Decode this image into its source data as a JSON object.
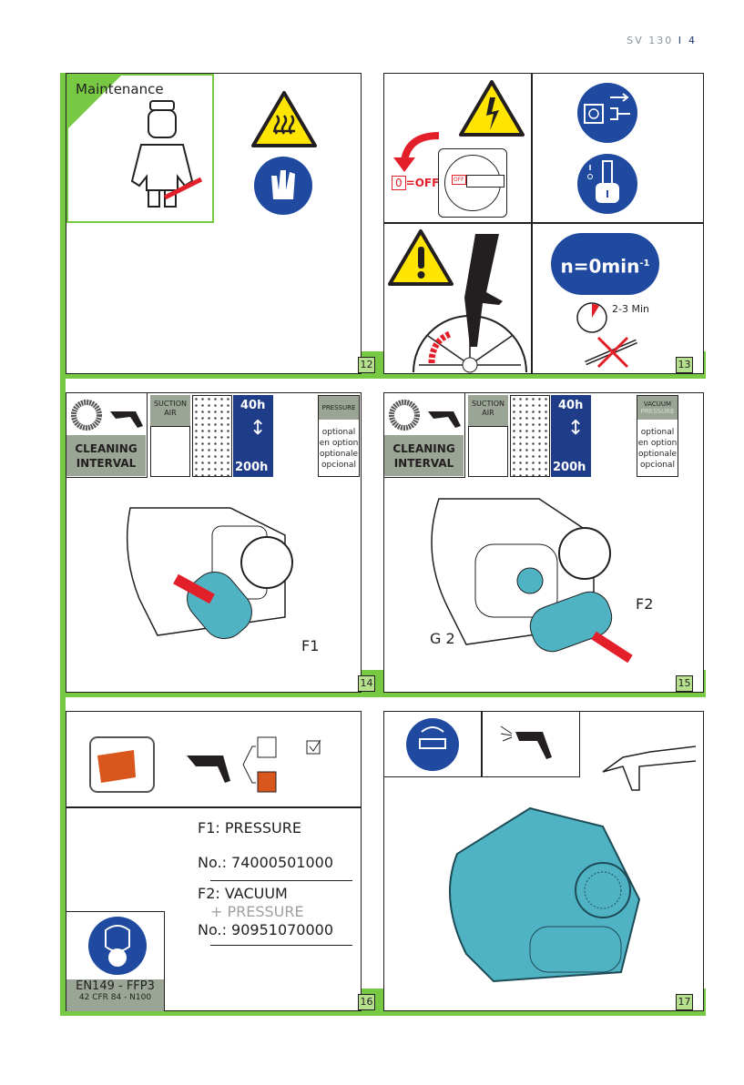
{
  "header": {
    "model": "SV 130",
    "separator": "I",
    "page": "4"
  },
  "steps": {
    "s12": {
      "number": "12",
      "title": "Maintenance"
    },
    "s13": {
      "number": "13",
      "off_zero": "0",
      "off_label": "=OFF",
      "switch_label": "OFF",
      "speed": "n=0min",
      "speed_exp": "-1",
      "wait": "2-3 Min"
    },
    "s14": {
      "number": "14",
      "cleaning": "CLEANING INTERVAL",
      "suction": "SUCTION AIR",
      "h40": "40h",
      "h200": "200h",
      "mode": "PRESSURE",
      "optional": [
        "optional",
        "en option",
        "optionale",
        "opcional"
      ],
      "filter": "F1"
    },
    "s15": {
      "number": "15",
      "cleaning": "CLEANING INTERVAL",
      "suction": "SUCTION AIR",
      "h40": "40h",
      "h200": "200h",
      "mode1": "VACUUM",
      "mode2": "PRESSURE",
      "optional": [
        "optional",
        "en option",
        "optionale",
        "opcional"
      ],
      "filter": "F2",
      "gasket": "G 2"
    },
    "s16": {
      "number": "16",
      "f1": "F1: PRESSURE",
      "f1_no": "No.: 74000501000",
      "f2": "F2: VACUUM",
      "f2_extra": "+ PRESSURE",
      "f2_no": "No.: 90951070000",
      "mask_std1": "EN149 - FFP3",
      "mask_std2": "42 CFR 84 - N100"
    },
    "s17": {
      "number": "17"
    }
  },
  "colors": {
    "green": "#77c843",
    "blue": "#1f3c88",
    "gray": "#9aa596",
    "red": "#e3202a",
    "yellow": "#ffe500",
    "teal": "#4fb3c4"
  }
}
